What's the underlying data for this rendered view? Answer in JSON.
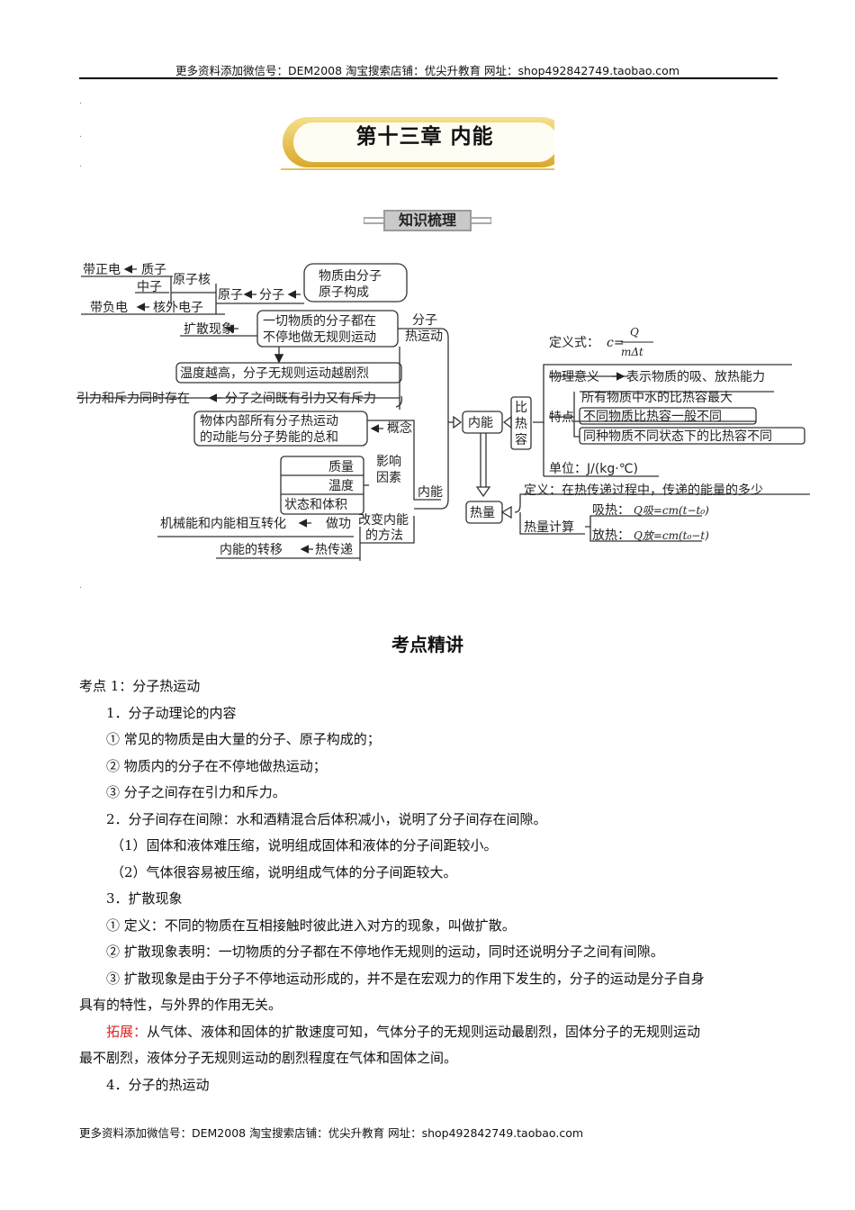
{
  "header": {
    "text": "更多资料添加微信号：DEM2008  淘宝搜索店铺：优尖升教育  网址：shop492842749.taobao.com"
  },
  "chapter_title": "第十三章    内能",
  "knowledge_badge": "知识梳理",
  "mindmap": {
    "n_pos": "带正电",
    "proton": "质子",
    "neutron": "中子",
    "nucleus": "原子核",
    "atom": "原子",
    "molecule": "分子",
    "n_neg": "带负电",
    "electron": "核外电子",
    "composition_1": "物质由分子",
    "composition_2": "原子构成",
    "diffusion": "扩散现象",
    "motion_1": "一切物质的分子都在",
    "motion_2": "不停地做无规则运动",
    "thermal_motion_1": "分子",
    "thermal_motion_2": "热运动",
    "temperature": "温度越高，分子无规则运动越剧烈",
    "forces_left": "引力和斥力同时存在",
    "forces_right": "分子之间既有引力又有斥力",
    "concept_1": "物体内部所有分子热运动",
    "concept_2": "的动能与分子势能的总和",
    "concept_label": "概念",
    "factors_1": "影响",
    "factors_2": "因素",
    "mass": "质量",
    "temp_factor": "温度",
    "state_volume": "状态和体积",
    "internal_energy": "内能",
    "internal_energy_center": "内能",
    "mech": "机械能和内能相互转化",
    "work": "做功",
    "change_1": "改变内能",
    "change_2": "的方法",
    "transfer": "内能的转移",
    "heat_transfer": "热传递",
    "def_formula_label": "定义式：",
    "formula_c": "c=",
    "formula_q": "Q",
    "formula_mdt": "mΔt",
    "phys_meaning": "物理意义",
    "phys_meaning_desc": "表示物质的吸、放热能力",
    "sc_1": "比",
    "sc_2": "热",
    "sc_3": "容",
    "feature": "特点",
    "feature_1": "所有物质中水的比热容最大",
    "feature_2": "不同物质比热容一般不同",
    "feature_3": "同种物质不同状态下的比热容不同",
    "unit": "单位：J/(kg·℃)",
    "heat": "热量",
    "heat_def": "定义：在热传递过程中，传递的能量的多少",
    "heat_calc": "热量计算",
    "absorb_label": "吸热：",
    "absorb_formula": "Q吸=cm(t−t₀)",
    "release_label": "放热：",
    "release_formula": "Q放=cm(t₀−t)"
  },
  "section_title": "考点精讲",
  "content": {
    "p1": "考点 1：分子热运动",
    "p2": "1．分子动理论的内容",
    "p3": "① 常见的物质是由大量的分子、原子构成的；",
    "p4": "② 物质内的分子在不停地做热运动；",
    "p5": "③ 分子之间存在引力和斥力。",
    "p6": "2．分子间存在间隙：水和酒精混合后体积减小，说明了分子间存在间隙。",
    "p7": "（1）固体和液体难压缩，说明组成固体和液体的分子间距较小。",
    "p8": "（2）气体很容易被压缩，说明组成气体的分子间距较大。",
    "p9": "3．扩散现象",
    "p10": "① 定义：不同的物质在互相接触时彼此进入对方的现象，叫做扩散。",
    "p11": "② 扩散现象表明：一切物质的分子都在不停地作无规则的运动，同时还说明分子之间有间隙。",
    "p12": "③ 扩散现象是由于分子不停地运动形成的，并不是在宏观力的作用下发生的，分子的运动是分子自身",
    "p13": "具有的特性，与外界的作用无关。",
    "p14_label": "拓展：",
    "p14": "从气体、液体和固体的扩散速度可知，气体分子的无规则运动最剧烈，固体分子的无规则运动",
    "p15": "最不剧烈，液体分子无规则运动的剧烈程度在气体和固体之间。",
    "p16": "4．分子的热运动"
  },
  "footer": {
    "text": "更多资料添加微信号：DEM2008  淘宝搜索店铺：优尖升教育  网址：shop492842749.taobao.com"
  },
  "colors": {
    "accent_red": "#dd2222",
    "banner_gold": "#e8c24a"
  }
}
